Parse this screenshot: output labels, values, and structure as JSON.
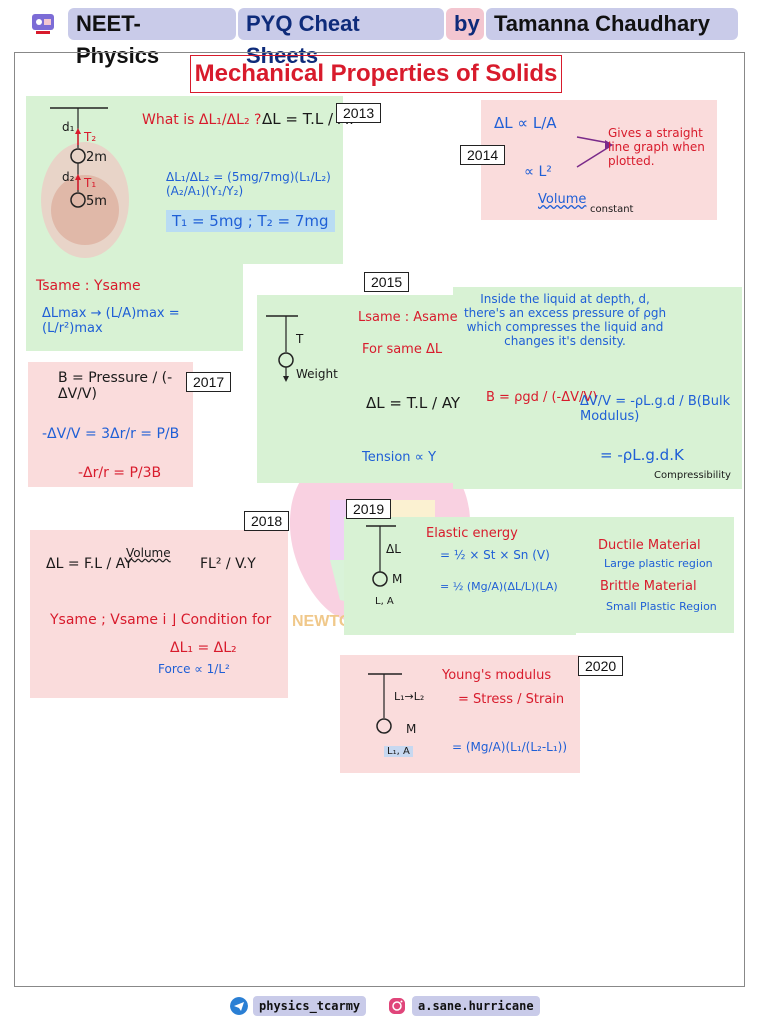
{
  "header": {
    "pill1": "NEET- Physics",
    "pill2": "PYQ Cheat Sheets",
    "by": "by",
    "pill3": "Tamanna Chaudhary"
  },
  "title": "Mechanical Properties of Solids",
  "watermark": "NEWTON'S APPLE",
  "s2013": {
    "year": "2013",
    "q": "What is ΔL₁/ΔL₂ ?",
    "dl": "ΔL = T.L / AY",
    "ratio": "ΔL₁/ΔL₂ = (5mg/7mg)(L₁/L₂)(A₂/A₁)(Y₁/Y₂)",
    "t": "T₁ = 5mg ; T₂ = 7mg",
    "d1": "d₁",
    "d2": "d₂",
    "t2": "T₂",
    "t1": "T₁",
    "m2": "2m",
    "m5": "5m"
  },
  "s2014": {
    "year": "2014",
    "prop1": "ΔL ∝ L/A",
    "prop2": "∝ L²",
    "vol": "Volume",
    "const": "constant",
    "note": "Gives a straight line graph when plotted."
  },
  "same": {
    "line1": "Tsame : Ysame",
    "line2": "ΔLmax → (L/A)max = (L/r²)max"
  },
  "s2015": {
    "year": "2015",
    "t": "T",
    "weight": "Weight",
    "lsame": "Lsame : Asame",
    "forsame": "For same ΔL",
    "dl": "ΔL = T.L / AY",
    "tension": "Tension ∝ Y",
    "inside": "Inside the liquid at depth, d, there's an excess pressure of ρgh which compresses the liquid and changes it's density.",
    "b": "B = ρgd / (-ΔV/V)",
    "dv": "ΔV/V = -ρL.g.d / B(Bulk Modulus)",
    "eq2": "= -ρL.g.d.K",
    "compress": "Compressibility"
  },
  "s2017": {
    "year": "2017",
    "b": "B = Pressure / (-ΔV/V)",
    "dv": "-ΔV/V = 3Δr/r = P/B",
    "dr": "-Δr/r = P/3B"
  },
  "s2018": {
    "year": "2018",
    "dl": "ΔL = F.L / AY",
    "vol": "Volume",
    "fl": "FL² / V.Y",
    "cond": "Ysame ; Vsame i ⌋ Condition for",
    "eq": "ΔL₁ = ΔL₂",
    "force": "Force ∝ 1/L²"
  },
  "s2019": {
    "year": "2019",
    "dl": "ΔL",
    "m": "M",
    "la": "L, A",
    "ee": "Elastic energy",
    "ee1": "= ½ × St × Sn (V)",
    "ee2": "= ½ (Mg/A)(ΔL/L)(LA)",
    "ductile": "Ductile Material",
    "ductile2": "Large plastic region",
    "brittle": "Brittle Material",
    "brittle2": "Small Plastic Region"
  },
  "s2020": {
    "year": "2020",
    "l": "L₁→L₂",
    "m": "M",
    "la": "L₁, A",
    "ym": "Young's modulus",
    "ss": "= Stress / Strain",
    "eq": "= (Mg/A)(L₁/(L₂-L₁))"
  },
  "footer": {
    "telegram": "physics_tcarmy",
    "insta": "a.sane.hurricane"
  },
  "colors": {
    "accent_red": "#d81b2c",
    "accent_blue": "#1f5fd6",
    "panel_green": "#d8f2d4",
    "panel_pink": "#fadcdc",
    "pill": "#c9cbe9"
  }
}
